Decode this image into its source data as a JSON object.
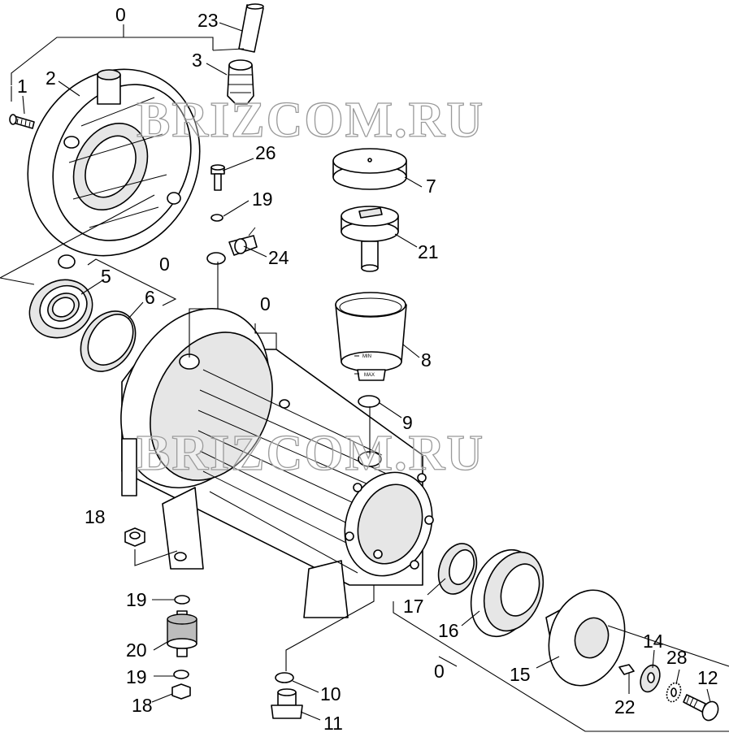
{
  "watermark": {
    "text": "BRIZCOM.RU"
  },
  "sight_glass": {
    "min_text": "MIN",
    "max_text": "MAX"
  },
  "callouts": [
    {
      "key": "c0a",
      "label": "0"
    },
    {
      "key": "c23",
      "label": "23"
    },
    {
      "key": "c3",
      "label": "3"
    },
    {
      "key": "c1",
      "label": "1"
    },
    {
      "key": "c2",
      "label": "2"
    },
    {
      "key": "c26",
      "label": "26"
    },
    {
      "key": "c7",
      "label": "7"
    },
    {
      "key": "c19a",
      "label": "19"
    },
    {
      "key": "c21",
      "label": "21"
    },
    {
      "key": "c24",
      "label": "24"
    },
    {
      "key": "c0b",
      "label": "0"
    },
    {
      "key": "c5",
      "label": "5"
    },
    {
      "key": "c6",
      "label": "6"
    },
    {
      "key": "c0c",
      "label": "0"
    },
    {
      "key": "c8",
      "label": "8"
    },
    {
      "key": "c9",
      "label": "9"
    },
    {
      "key": "c18a",
      "label": "18"
    },
    {
      "key": "c19b",
      "label": "19"
    },
    {
      "key": "c17",
      "label": "17"
    },
    {
      "key": "c20",
      "label": "20"
    },
    {
      "key": "c16",
      "label": "16"
    },
    {
      "key": "c14",
      "label": "14"
    },
    {
      "key": "c28",
      "label": "28"
    },
    {
      "key": "c0d",
      "label": "0"
    },
    {
      "key": "c15",
      "label": "15"
    },
    {
      "key": "c12",
      "label": "12"
    },
    {
      "key": "c10",
      "label": "10"
    },
    {
      "key": "c19c",
      "label": "19"
    },
    {
      "key": "c22",
      "label": "22"
    },
    {
      "key": "c18b",
      "label": "18"
    },
    {
      "key": "c11",
      "label": "11"
    }
  ]
}
